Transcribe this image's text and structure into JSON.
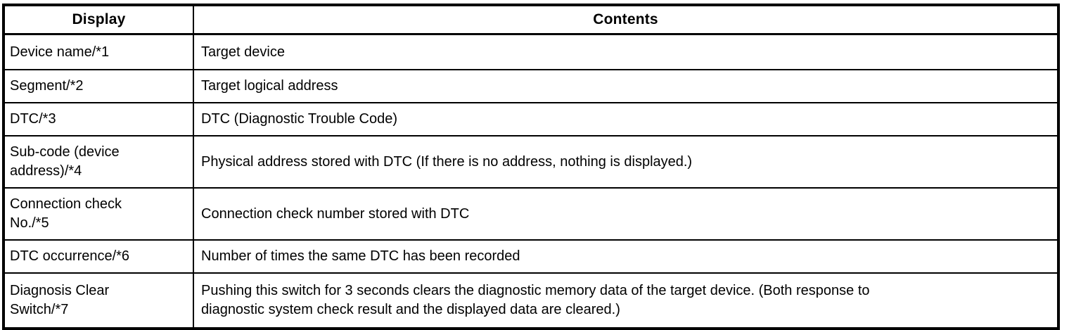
{
  "table": {
    "headers": {
      "display": "Display",
      "contents": "Contents"
    },
    "rows": [
      {
        "display": "Device name/*1",
        "contents": "Target device"
      },
      {
        "display": "Segment/*2",
        "contents": "Target logical address"
      },
      {
        "display": "DTC/*3",
        "contents": "DTC (Diagnostic Trouble Code)"
      },
      {
        "display": "Sub-code (device\naddress)/*4",
        "contents": "Physical address stored with DTC (If there is no address, nothing is displayed.)"
      },
      {
        "display": "Connection check\nNo./*5",
        "contents": "Connection check number stored with DTC"
      },
      {
        "display": "DTC occurrence/*6",
        "contents": "Number of times the same DTC has been recorded"
      },
      {
        "display": "Diagnosis Clear\nSwitch/*7",
        "contents": "Pushing this switch for 3 seconds clears the diagnostic memory data of the target device. (Both response to\ndiagnostic system check result and the displayed data are cleared.)"
      }
    ]
  }
}
